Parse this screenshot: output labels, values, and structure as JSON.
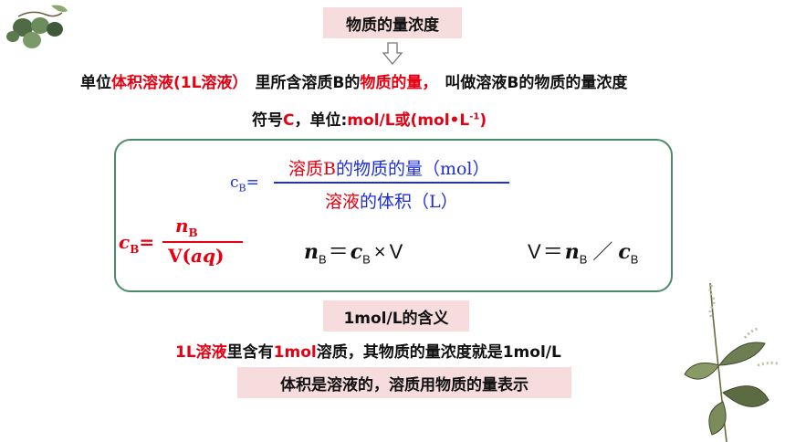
{
  "title": "物质的量浓度",
  "definition": {
    "p1": "单位",
    "p2": "体积溶液(1L溶液）",
    "p3": "里所含溶质B的",
    "p4": "物质的量，",
    "p5": "叫做溶液B的物质的量浓度"
  },
  "symbol_line": {
    "p1": "符号",
    "p2": "C",
    "p3": "，单位:",
    "p4": "mol/L或(mol•L",
    "p5": "-1",
    "p6": ")"
  },
  "formula_main": {
    "lhs": "c",
    "lhs_sub": "B",
    "eq": "=",
    "numerator_red": "溶质B",
    "numerator_blue": "的物质的量（mol）",
    "denominator_red": "溶液",
    "denominator_blue": "的体积（L）"
  },
  "formula_red": {
    "lhs": "c",
    "lhs_sub": "B",
    "eq": "=",
    "num": "n",
    "num_sub": "B",
    "den": "V(",
    "den_italic": "aq",
    "den_close": ")"
  },
  "formula_n": {
    "n": "n",
    "n_sub": "B",
    "eq": "＝",
    "c": "c",
    "c_sub": "B",
    "op": "×",
    "v": "V"
  },
  "formula_v": {
    "v": "V",
    "eq": "＝",
    "n": "n",
    "n_sub": "B",
    "op": "／",
    "c": "c",
    "c_sub": "B"
  },
  "meaning_title": "1mol/L的含义",
  "meaning_line": {
    "p1": "1L溶液",
    "p2": "里含有",
    "p3": "1mol",
    "p4": "溶质，其物质的量浓度就是1mol/L"
  },
  "note": "体积是溶液的，溶质用物质的量表示",
  "colors": {
    "red": "#e60012",
    "blue": "#1f2fd8",
    "pink": "#f6dcdc",
    "frame": "#4d8a6a"
  },
  "decorations": [
    "berry-branch-illustration",
    "leaf-plant-illustration"
  ]
}
